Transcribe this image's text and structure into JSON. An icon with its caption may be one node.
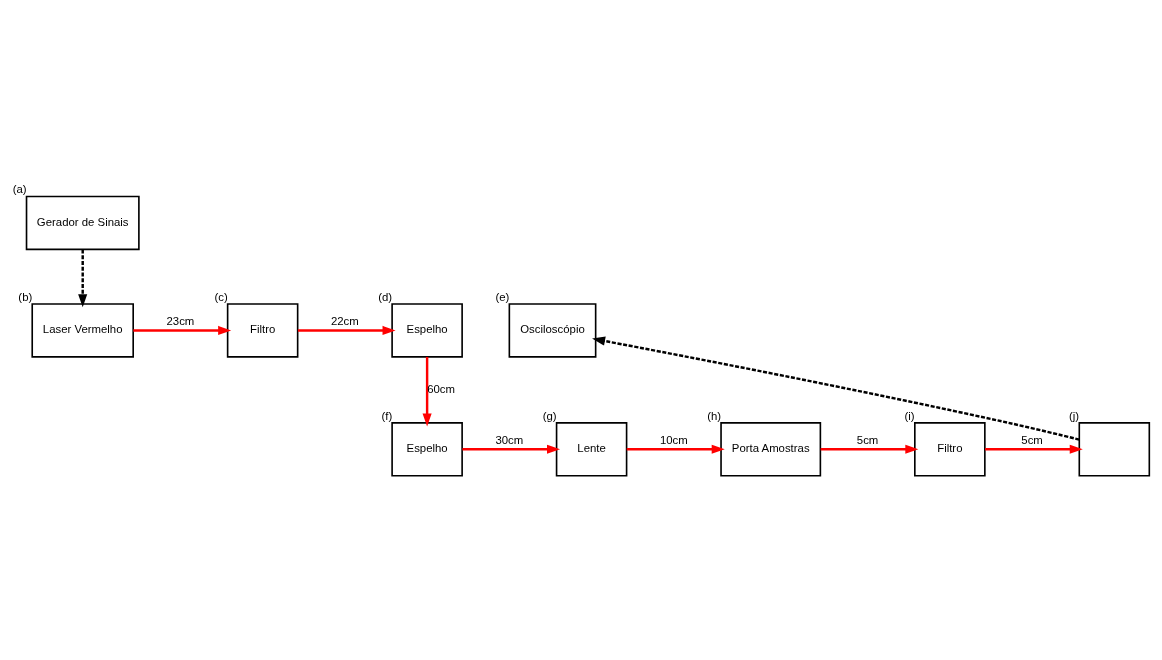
{
  "diagram": {
    "nodes": [
      {
        "text": [
          "Gerador de Sinais"
        ],
        "beside": [
          "(a)"
        ]
      },
      {
        "text": [
          "Laser Vermelho"
        ],
        "beside": [
          "(b)"
        ]
      },
      {
        "text": [
          "Filtro"
        ],
        "beside": [
          "(c)"
        ]
      },
      {
        "text": [
          "Espelho"
        ],
        "beside": [
          "(d)"
        ]
      },
      {
        "text": [
          "Osciloscópio"
        ],
        "beside": [
          "(e)"
        ]
      },
      {
        "text": [
          "Espelho"
        ],
        "beside": [
          "(f)"
        ]
      },
      {
        "text": [
          "Lente"
        ],
        "beside": [
          "(g)"
        ]
      },
      {
        "text": [
          "Porta Amostras"
        ],
        "beside": [
          "(h)"
        ]
      },
      {
        "text": [
          "Filtro"
        ],
        "beside": [
          "(i)"
        ]
      },
      {
        "text": [],
        "shape": "box",
        "beside": [
          "(j)"
        ]
      }
    ],
    "edges": [
      {
        "from": 0,
        "to": 1,
        "arrow": "to",
        "style": "dashed",
        "color": "#000000"
      },
      {
        "from": 1,
        "to": 2,
        "arrow": "to",
        "label": "23cm"
      },
      {
        "from": 2,
        "to": 3,
        "arrow": "to",
        "label": "22cm"
      },
      {
        "from": 3,
        "to": 5,
        "arrow": "to",
        "label": "60cm"
      },
      {
        "from": 5,
        "to": 6,
        "arrow": "to",
        "label": "30cm"
      },
      {
        "from": 6,
        "to": 7,
        "arrow": "to",
        "label": "10cm"
      },
      {
        "from": 7,
        "to": 8,
        "arrow": "to",
        "label": "5cm"
      },
      {
        "from": 8,
        "to": 9,
        "arrow": "to",
        "label": "5cm"
      },
      {
        "from": 9,
        "to": 4,
        "arrow": "to",
        "style": "dashed",
        "color": "#000000"
      }
    ]
  }
}
